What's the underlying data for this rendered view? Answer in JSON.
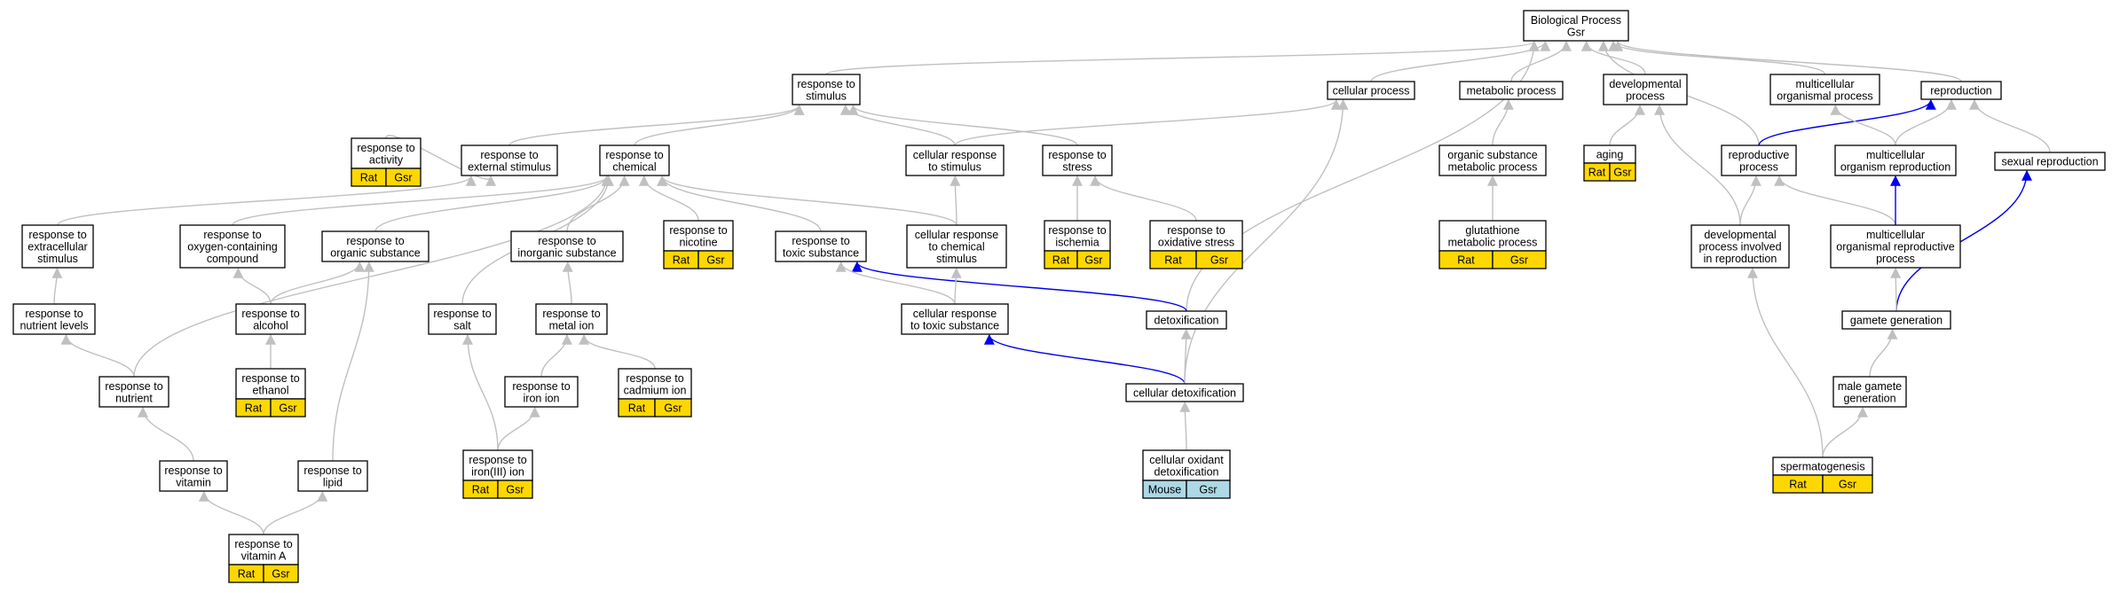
{
  "colors": {
    "edge_default": "#c0c0c0",
    "edge_highlight": "#0000ee",
    "tag_rat": "#ffd700",
    "tag_mouse": "#add8e6"
  },
  "nodes": {
    "bp": {
      "lines": [
        "Biological Process",
        "Gsr"
      ],
      "tags": []
    },
    "rstim": {
      "lines": [
        "response to",
        "stimulus"
      ],
      "tags": []
    },
    "cellproc": {
      "lines": [
        "cellular process"
      ],
      "tags": []
    },
    "metab": {
      "lines": [
        "metabolic process"
      ],
      "tags": []
    },
    "devproc": {
      "lines": [
        "developmental",
        "process"
      ],
      "tags": []
    },
    "multiorg": {
      "lines": [
        "multicellular",
        "organismal process"
      ],
      "tags": []
    },
    "repro": {
      "lines": [
        "reproduction"
      ],
      "tags": []
    },
    "ractivity": {
      "lines": [
        "response to",
        "activity"
      ],
      "tags": [
        "Rat",
        "Gsr"
      ]
    },
    "rextstim": {
      "lines": [
        "response to",
        "external stimulus"
      ],
      "tags": []
    },
    "rchem": {
      "lines": [
        "response to",
        "chemical"
      ],
      "tags": []
    },
    "cellrstim": {
      "lines": [
        "cellular response",
        "to stimulus"
      ],
      "tags": []
    },
    "rstress": {
      "lines": [
        "response to",
        "stress"
      ],
      "tags": []
    },
    "orgsubmetab": {
      "lines": [
        "organic substance",
        "metabolic process"
      ],
      "tags": []
    },
    "aging": {
      "lines": [
        "aging"
      ],
      "tags": [
        "Rat",
        "Gsr"
      ]
    },
    "reproproc": {
      "lines": [
        "reproductive",
        "process"
      ],
      "tags": []
    },
    "multiorgrepro": {
      "lines": [
        "multicellular",
        "organism reproduction"
      ],
      "tags": []
    },
    "sexrepro": {
      "lines": [
        "sexual reproduction"
      ],
      "tags": []
    },
    "rextracell": {
      "lines": [
        "response to",
        "extracellular",
        "stimulus"
      ],
      "tags": []
    },
    "roxycomp": {
      "lines": [
        "response to",
        "oxygen-containing",
        "compound"
      ],
      "tags": []
    },
    "rorgsub": {
      "lines": [
        "response to",
        "organic substance"
      ],
      "tags": []
    },
    "rinorg": {
      "lines": [
        "response to",
        "inorganic substance"
      ],
      "tags": []
    },
    "rnicotine": {
      "lines": [
        "response to",
        "nicotine"
      ],
      "tags": [
        "Rat",
        "Gsr"
      ]
    },
    "rtoxic": {
      "lines": [
        "response to",
        "toxic substance"
      ],
      "tags": []
    },
    "cellrchem": {
      "lines": [
        "cellular response",
        "to chemical",
        "stimulus"
      ],
      "tags": []
    },
    "rischemia": {
      "lines": [
        "response to",
        "ischemia"
      ],
      "tags": [
        "Rat",
        "Gsr"
      ]
    },
    "roxstress": {
      "lines": [
        "response to",
        "oxidative stress"
      ],
      "tags": [
        "Rat",
        "Gsr"
      ]
    },
    "glutathione": {
      "lines": [
        "glutathione",
        "metabolic process"
      ],
      "tags": [
        "Rat",
        "Gsr"
      ]
    },
    "devreproproc": {
      "lines": [
        "developmental",
        "process involved",
        "in reproduction"
      ],
      "tags": []
    },
    "multiorgreproproc": {
      "lines": [
        "multicellular",
        "organismal reproductive",
        "process"
      ],
      "tags": []
    },
    "rnutlevels": {
      "lines": [
        "response to",
        "nutrient levels"
      ],
      "tags": []
    },
    "ralcohol": {
      "lines": [
        "response to",
        "alcohol"
      ],
      "tags": []
    },
    "rsalt": {
      "lines": [
        "response to",
        "salt"
      ],
      "tags": []
    },
    "rmetalion": {
      "lines": [
        "response to",
        "metal ion"
      ],
      "tags": []
    },
    "cellrtoxic": {
      "lines": [
        "cellular response",
        "to toxic substance"
      ],
      "tags": []
    },
    "detox": {
      "lines": [
        "detoxification"
      ],
      "tags": []
    },
    "gametegen": {
      "lines": [
        "gamete generation"
      ],
      "tags": []
    },
    "rethanol": {
      "lines": [
        "response to",
        "ethanol"
      ],
      "tags": [
        "Rat",
        "Gsr"
      ]
    },
    "rcadmium": {
      "lines": [
        "response to",
        "cadmium ion"
      ],
      "tags": [
        "Rat",
        "Gsr"
      ]
    },
    "rnutrient": {
      "lines": [
        "response to",
        "nutrient"
      ],
      "tags": []
    },
    "rironion": {
      "lines": [
        "response to",
        "iron ion"
      ],
      "tags": []
    },
    "celldetox": {
      "lines": [
        "cellular detoxification"
      ],
      "tags": []
    },
    "malegamete": {
      "lines": [
        "male gamete",
        "generation"
      ],
      "tags": []
    },
    "riron3": {
      "lines": [
        "response to",
        "iron(III) ion"
      ],
      "tags": [
        "Rat",
        "Gsr"
      ]
    },
    "celloxdetox": {
      "lines": [
        "cellular oxidant",
        "detoxification"
      ],
      "tags": [
        "Mouse",
        "Gsr"
      ]
    },
    "spermato": {
      "lines": [
        "spermatogenesis"
      ],
      "tags": [
        "Rat",
        "Gsr"
      ]
    },
    "rvitamin": {
      "lines": [
        "response to",
        "vitamin"
      ],
      "tags": []
    },
    "rlipid": {
      "lines": [
        "response to",
        "lipid"
      ],
      "tags": []
    },
    "rvitA": {
      "lines": [
        "response to",
        "vitamin A"
      ],
      "tags": [
        "Rat",
        "Gsr"
      ]
    }
  },
  "edges": [
    [
      "rstim",
      "bp",
      false
    ],
    [
      "cellproc",
      "bp",
      false
    ],
    [
      "metab",
      "bp",
      false
    ],
    [
      "devproc",
      "bp",
      false
    ],
    [
      "multiorg",
      "bp",
      false
    ],
    [
      "repro",
      "bp",
      false
    ],
    [
      "detox",
      "bp",
      false
    ],
    [
      "reproproc",
      "bp",
      false
    ],
    [
      "rextstim",
      "rstim",
      false
    ],
    [
      "rchem",
      "rstim",
      false
    ],
    [
      "cellrstim",
      "rstim",
      false
    ],
    [
      "rstress",
      "rstim",
      false
    ],
    [
      "ractivity",
      "rextstim",
      false
    ],
    [
      "cellrstim",
      "cellproc",
      false
    ],
    [
      "orgsubmetab",
      "metab",
      false
    ],
    [
      "aging",
      "devproc",
      false
    ],
    [
      "devreproproc",
      "devproc",
      false
    ],
    [
      "reproproc",
      "repro",
      true
    ],
    [
      "multiorgrepro",
      "multiorg",
      false
    ],
    [
      "multiorgrepro",
      "repro",
      false
    ],
    [
      "sexrepro",
      "repro",
      false
    ],
    [
      "glutathione",
      "orgsubmetab",
      false
    ],
    [
      "cellrchem",
      "cellrstim",
      false
    ],
    [
      "rischemia",
      "rstress",
      false
    ],
    [
      "roxstress",
      "rstress",
      false
    ],
    [
      "rextracell",
      "rextstim",
      false
    ],
    [
      "roxycomp",
      "rchem",
      false
    ],
    [
      "rorgsub",
      "rchem",
      false
    ],
    [
      "rinorg",
      "rchem",
      false
    ],
    [
      "rnicotine",
      "rchem",
      false
    ],
    [
      "rtoxic",
      "rchem",
      false
    ],
    [
      "cellrchem",
      "rchem",
      false
    ],
    [
      "devreproproc",
      "reproproc",
      false
    ],
    [
      "multiorgreproproc",
      "reproproc",
      false
    ],
    [
      "multiorgreproproc",
      "multiorgrepro",
      true
    ],
    [
      "gametegen",
      "sexrepro",
      true
    ],
    [
      "rnutlevels",
      "rextracell",
      false
    ],
    [
      "ralcohol",
      "roxycomp",
      false
    ],
    [
      "ralcohol",
      "rorgsub",
      false
    ],
    [
      "rsalt",
      "rchem",
      false
    ],
    [
      "rmetalion",
      "rinorg",
      false
    ],
    [
      "detox",
      "rtoxic",
      true
    ],
    [
      "cellrtoxic",
      "rtoxic",
      false
    ],
    [
      "cellrtoxic",
      "cellrchem",
      false
    ],
    [
      "gametegen",
      "multiorgreproproc",
      false
    ],
    [
      "rethanol",
      "ralcohol",
      false
    ],
    [
      "rcadmium",
      "rmetalion",
      false
    ],
    [
      "rironion",
      "rmetalion",
      false
    ],
    [
      "rnutrient",
      "rnutlevels",
      false
    ],
    [
      "rnutrient",
      "rchem",
      false
    ],
    [
      "celldetox",
      "detox",
      false
    ],
    [
      "celldetox",
      "cellrtoxic",
      true
    ],
    [
      "celldetox",
      "cellproc",
      false
    ],
    [
      "malegamete",
      "gametegen",
      false
    ],
    [
      "riron3",
      "rironion",
      false
    ],
    [
      "riron3",
      "rsalt",
      false
    ],
    [
      "celloxdetox",
      "celldetox",
      false
    ],
    [
      "spermato",
      "malegamete",
      false
    ],
    [
      "spermato",
      "devreproproc",
      false
    ],
    [
      "rvitamin",
      "rnutrient",
      false
    ],
    [
      "rlipid",
      "rorgsub",
      false
    ],
    [
      "rvitA",
      "rvitamin",
      false
    ],
    [
      "rvitA",
      "rlipid",
      false
    ]
  ]
}
